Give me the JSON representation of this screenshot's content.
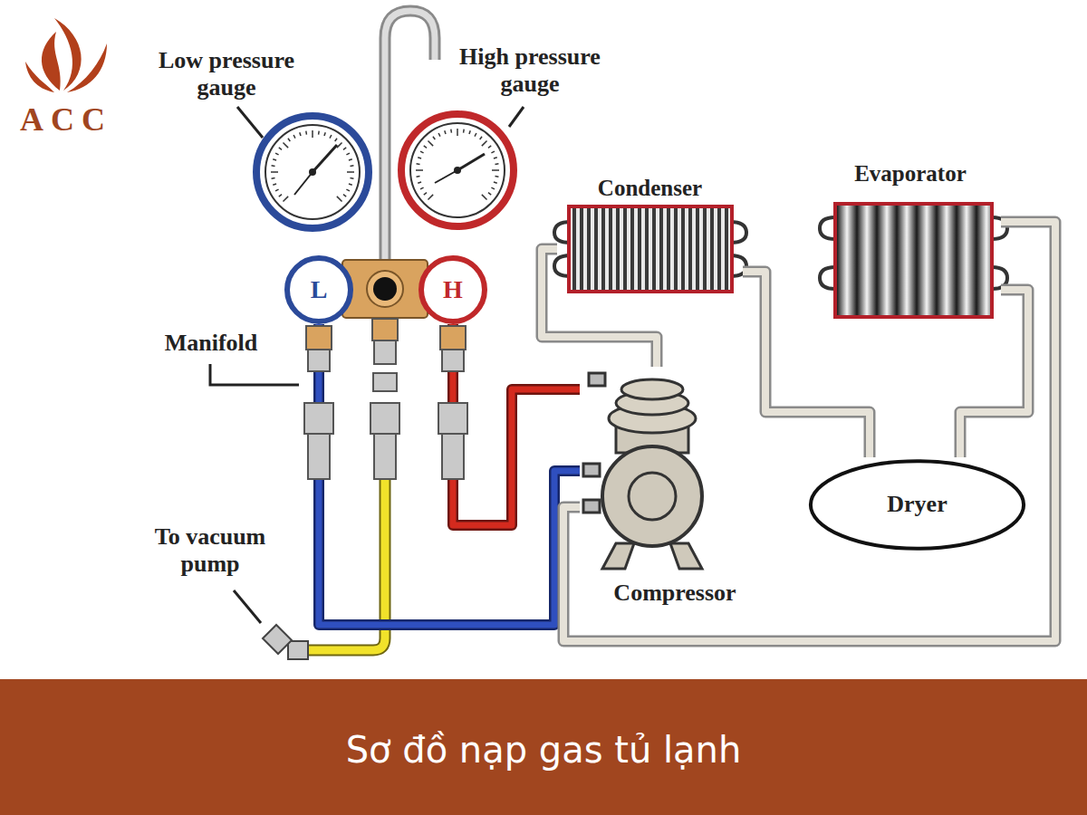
{
  "diagram": {
    "caption": "Sơ đồ nạp gas tủ lạnh",
    "nodes": [
      {
        "text": [
          "L"
        ]
      },
      {
        "text": [
          "H"
        ]
      },
      {
        "text": [
          "Condenser"
        ]
      },
      {
        "text": [
          "Evaporator"
        ]
      },
      {
        "text": [
          "Compressor"
        ]
      },
      {
        "text": [
          "Dryer"
        ]
      }
    ],
    "edges": [
      {
        "from": 0,
        "to": 4,
        "arrow": "none"
      },
      {
        "from": 1,
        "to": 4,
        "arrow": "none"
      },
      {
        "from": 4,
        "to": 2,
        "arrow": "none"
      },
      {
        "from": 2,
        "to": 5,
        "arrow": "none"
      },
      {
        "from": 5,
        "to": 3,
        "arrow": "none"
      },
      {
        "from": 3,
        "to": 4,
        "arrow": "none"
      }
    ],
    "labels": [
      "ACC",
      "Low pressure gauge",
      "High pressure gauge",
      "Manifold",
      "To vacuum pump"
    ]
  }
}
